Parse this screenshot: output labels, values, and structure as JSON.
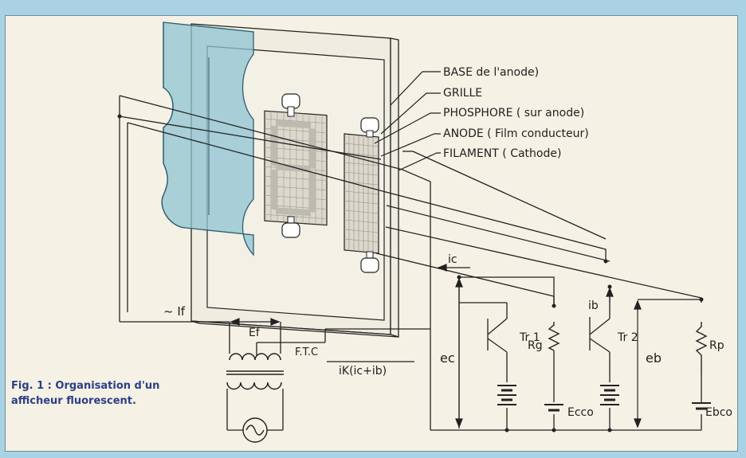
{
  "top_text": "",
  "labels": {
    "base": "BASE de l'anode)",
    "grille": "GRILLE",
    "phosphore": "PHOSPHORE ( sur anode)",
    "anode": "ANODE ( Film conducteur)",
    "filament": "FILAMENT ( Cathode)"
  },
  "circuit": {
    "if": "~ If",
    "ef": "Ef",
    "ftc": "F.T.C",
    "ik": "iK(ic+ib)",
    "ic": "ic",
    "ib": "ib",
    "ec": "ec",
    "eb": "eb",
    "tr1": "Tr 1",
    "tr2": "Tr 2",
    "rg": "Rg",
    "rp": "Rp",
    "ecco": "Ecco",
    "ebco": "Ebco"
  },
  "caption": {
    "line1": "Fig. 1 : Organisation d'un",
    "line2": "afficheur fluorescent."
  },
  "colors": {
    "background": "#a9d2e4",
    "panel": "#f5f1e4",
    "glass": "#8fc3d3",
    "caption": "#2a3f8a"
  }
}
